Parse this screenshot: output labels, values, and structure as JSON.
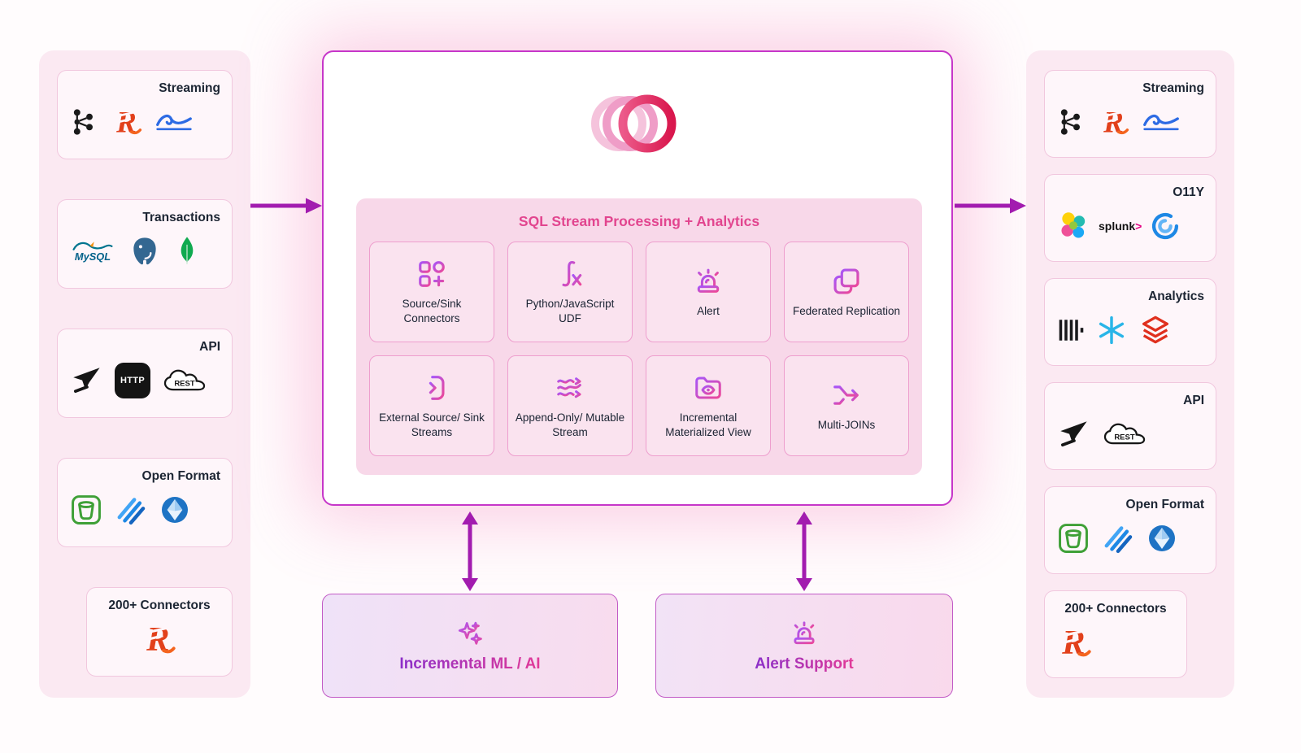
{
  "colors": {
    "accent_purple": "#A21CAF",
    "accent_pink": "#EC4899",
    "panel_pink": "#FBE9F2",
    "redpanda_red": "#E2401B",
    "center_border": "#C636C9"
  },
  "logos": {
    "redpanda_letter": "R"
  },
  "left_panel": {
    "groups": [
      {
        "label": "Streaming",
        "icons": [
          "kafka-icon",
          "redpanda-icon",
          "pulsar-wave-icon"
        ]
      },
      {
        "label": "Transactions",
        "icons": [
          "mysql-icon",
          "postgresql-icon",
          "mongodb-icon"
        ],
        "mysql_text": "MySQL"
      },
      {
        "label": "API",
        "icons": [
          "api-glyph-icon",
          "http-icon",
          "rest-cloud-icon"
        ],
        "http_text": "HTTP",
        "rest_text": "REST"
      },
      {
        "label": "Open Format",
        "icons": [
          "bucket-icon",
          "delta-lake-icon",
          "iceberg-icon"
        ]
      },
      {
        "label": "200+ Connectors",
        "icons": [
          "redpanda-icon"
        ]
      }
    ]
  },
  "center": {
    "logo": "concentric-rings-logo",
    "sql_card": {
      "title": "SQL Stream Processing + Analytics",
      "tiles": [
        {
          "label": "Source/Sink Connectors",
          "icon": "connectors-icon"
        },
        {
          "label": "Python/JavaScript UDF",
          "icon": "udf-icon"
        },
        {
          "label": "Alert",
          "icon": "alert-siren-icon"
        },
        {
          "label": "Federated Replication",
          "icon": "replication-icon"
        },
        {
          "label": "External Source/ Sink Streams",
          "icon": "external-streams-icon"
        },
        {
          "label": "Append-Only/ Mutable Stream",
          "icon": "append-stream-icon"
        },
        {
          "label": "Incremental Materialized View",
          "icon": "materialized-view-icon"
        },
        {
          "label": "Multi-JOINs",
          "icon": "multi-joins-icon"
        }
      ]
    }
  },
  "bottom": {
    "ml_card": {
      "label": "Incremental ML / AI",
      "icon": "sparkles-icon"
    },
    "alert_card": {
      "label": "Alert Support",
      "icon": "alert-siren-icon"
    }
  },
  "right_panel": {
    "groups": [
      {
        "label": "Streaming",
        "icons": [
          "kafka-icon",
          "redpanda-icon",
          "pulsar-wave-icon"
        ]
      },
      {
        "label": "O11Y",
        "icons": [
          "elastic-icon",
          "splunk-wordmark",
          "swirl-icon"
        ],
        "splunk_text": "splunk",
        "splunk_arrow": ">"
      },
      {
        "label": "Analytics",
        "icons": [
          "clickhouse-icon",
          "snowflake-icon",
          "databricks-icon"
        ]
      },
      {
        "label": "API",
        "icons": [
          "api-glyph-icon",
          "rest-cloud-icon"
        ],
        "rest_text": "REST"
      },
      {
        "label": "Open Format",
        "icons": [
          "bucket-icon",
          "delta-lake-icon",
          "iceberg-icon"
        ]
      },
      {
        "label": "200+ Connectors",
        "icons": [
          "redpanda-icon"
        ]
      }
    ]
  }
}
